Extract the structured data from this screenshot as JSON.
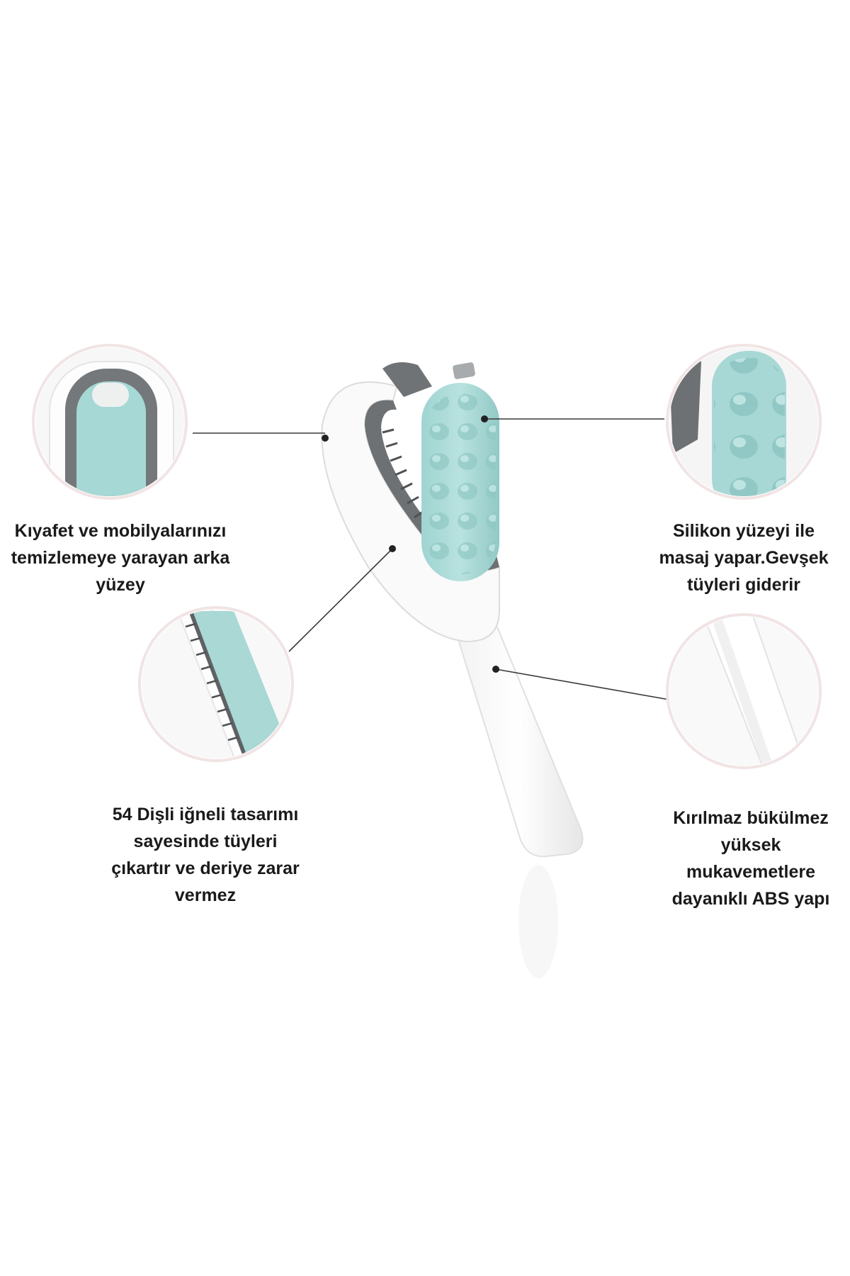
{
  "captions": {
    "back_surface": {
      "lines": [
        "Kıyafet ve mobilyalarınızı",
        "temizlemeye yarayan arka",
        "yüzey"
      ]
    },
    "silicone": {
      "lines": [
        "Silikon yüzeyi ile",
        "masaj yapar.Gevşek",
        "tüyleri giderir"
      ]
    },
    "needles": {
      "lines": [
        "54 Dişli iğneli tasarımı",
        "sayesinde tüyleri",
        "çıkartır ve deriye zarar",
        "vermez"
      ]
    },
    "abs": {
      "lines": [
        "Kırılmaz bükülmez",
        "yüksek",
        "mukavemetlere",
        "dayanıklı ABS yapı"
      ]
    }
  },
  "colors": {
    "background": "#ffffff",
    "brush_body": "#fbfbfb",
    "brush_shadow": "#e2e2e2",
    "frame_gray": "#6b6e70",
    "silicone_teal": "#a9d9d6",
    "silicone_shade": "#8ec6c3",
    "callout_line": "#3a3a3a",
    "circle_ring": "#f1e4e4",
    "text": "#1a1a1a"
  },
  "icons": {
    "product": "pet-grooming-brush",
    "detail_1": "back-surface-closeup",
    "detail_2": "silicone-pad-closeup",
    "detail_3": "needle-teeth-closeup",
    "detail_4": "abs-handle-closeup"
  }
}
